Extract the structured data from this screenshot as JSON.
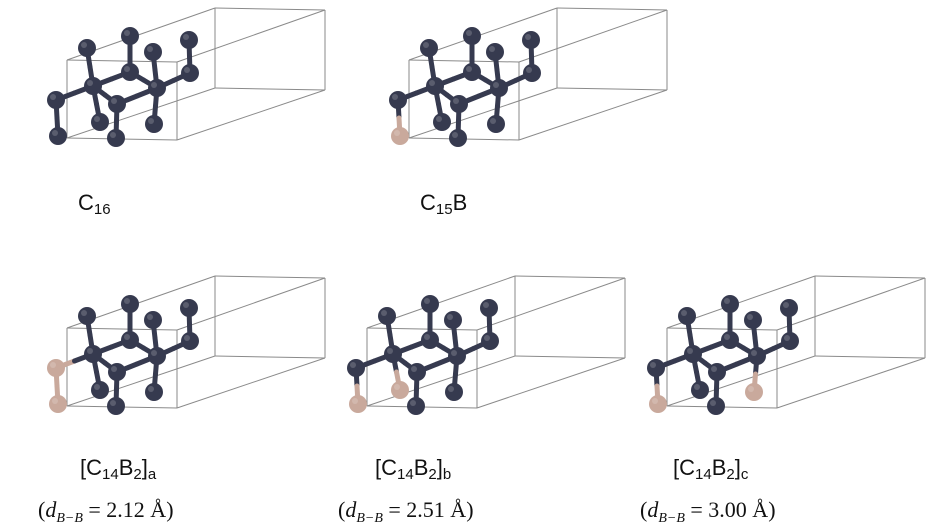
{
  "colors": {
    "carbon": "#363a4f",
    "boron": "#c9a99c",
    "cell_lines": "#8a8a8a",
    "background": "#ffffff"
  },
  "panels": [
    {
      "id": "c16",
      "formula": {
        "main": "C",
        "n1": "16",
        "el2": "",
        "n2": "",
        "sub": ""
      },
      "distance": null,
      "boron_atoms": []
    },
    {
      "id": "c15b",
      "formula": {
        "main": "C",
        "n1": "15",
        "el2": "B",
        "n2": "",
        "sub": ""
      },
      "distance": null,
      "boron_atoms": [
        3
      ]
    },
    {
      "id": "c14b2a",
      "formula": {
        "main": "[C",
        "n1": "14",
        "el2": "B",
        "n2": "2",
        "sub": "a"
      },
      "distance": {
        "var": "d",
        "sub": "B−B",
        "eq": "= 2.12 Å"
      },
      "boron_atoms": [
        1,
        3
      ]
    },
    {
      "id": "c14b2b",
      "formula": {
        "main": "[C",
        "n1": "14",
        "el2": "B",
        "n2": "2",
        "sub": "b"
      },
      "distance": {
        "var": "d",
        "sub": "B−B",
        "eq": "= 2.51 Å"
      },
      "boron_atoms": [
        3,
        4
      ]
    },
    {
      "id": "c14b2c",
      "formula": {
        "main": "[C",
        "n1": "14",
        "el2": "B",
        "n2": "2",
        "sub": "c"
      },
      "distance": {
        "var": "d",
        "sub": "B−B",
        "eq": "= 3.00 Å"
      },
      "boron_atoms": [
        3,
        10
      ]
    }
  ]
}
